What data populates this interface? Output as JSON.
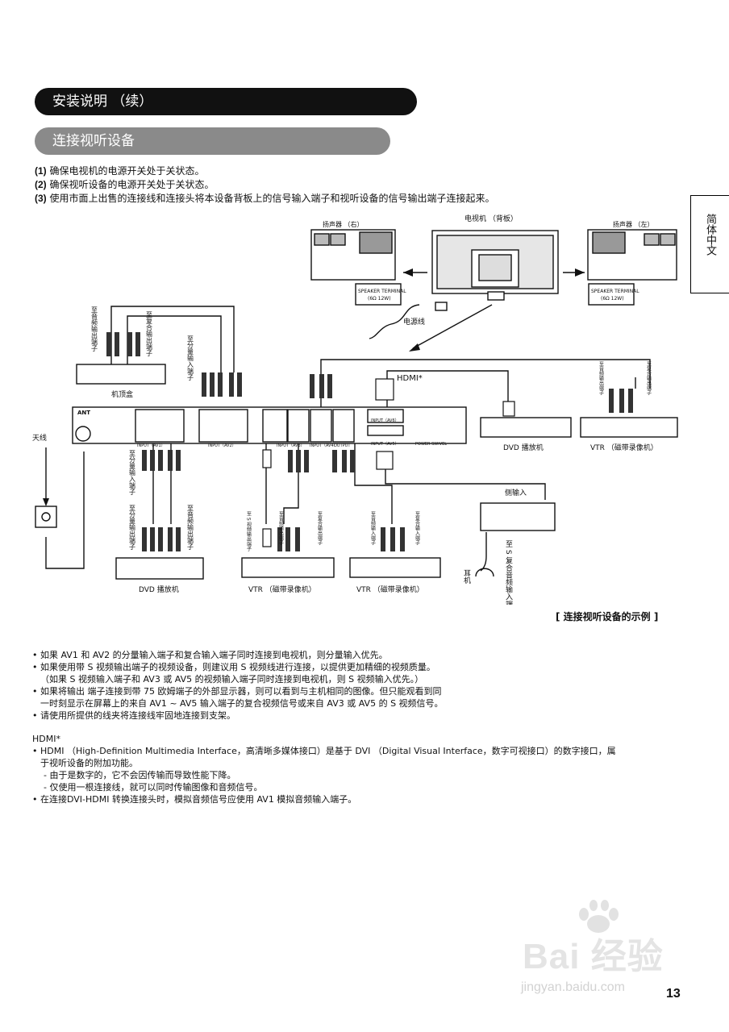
{
  "header": {
    "title": "安装说明 （续）",
    "subtitle": "连接视听设备"
  },
  "steps": [
    {
      "num": "(1)",
      "text": "确保电视机的电源开关处于关状态。"
    },
    {
      "num": "(2)",
      "text": "确保视听设备的电源开关处于关状态。"
    },
    {
      "num": "(3)",
      "text": "使用市面上出售的连接线和连接头将本设备背板上的信号输入端子和视听设备的信号输出端子连接起来。"
    }
  ],
  "side_tab": "简体中文",
  "diagram": {
    "speaker_right": "扬声器 （右）",
    "speaker_left": "扬声器 （左）",
    "tv_back": "电视机 （背板）",
    "speaker_terminal": "SPEAKER TERMINAL",
    "speaker_spec": "(6Ω 12W)",
    "power_cord": "电源线",
    "hdmi_label": "HDMI*",
    "ant": "ANT",
    "antenna": "天线",
    "settop": "机顶盒",
    "to_audio_out": "至音频输出端子",
    "to_composite_out": "至复合输出端子",
    "to_component_in": "至分量输入端子",
    "to_component_in_2": "至分量输入端子",
    "to_component_out": "至分量输出端子",
    "to_audio_out_2": "至音频输出端子",
    "to_s_video_out": "至 S 视频输出端子",
    "to_audio_out_3": "至音频输出端子",
    "to_composite_out_2": "至复合输出端子",
    "to_audio_in": "至音频输入端子",
    "to_composite_in": "至复合输入端子",
    "to_audio_out_4": "至音频输出端子",
    "to_composite_out_3": "至复合输出端子",
    "side_input": "侧输入",
    "to_s_composite_audio_in": "至 S 复合音频输入端子",
    "headphones": "耳机",
    "dvd_player_right": "DVD 播放机",
    "vtr_right": "VTR （磁带录像机）",
    "dvd_player_left": "DVD 播放机",
    "vtr_mid": "VTR （磁带录像机）",
    "vtr_mid2": "VTR （磁带录像机）",
    "panel_input_av1": "INPUT（AV1）",
    "panel_input_av2": "INPUT（AV2）",
    "panel_input_av3": "INPUT（AV3）",
    "panel_input_av4": "INPUT（AV4）",
    "panel_output": "OUTPUT",
    "panel_input_av5": "INPUT（AV5）",
    "panel_input_av6": "INPUT（AV6）",
    "panel_power_swivel": "POWER SWIVEL"
  },
  "caption": "[ 连接视听设备的示例 ]",
  "notes": [
    "• 如果 AV1 和 AV2 的分量输入端子和复合输入端子同时连接到电视机，则分量输入优先。",
    "• 如果使用带 S 视频输出端子的视频设备，则建议用 S 视频线进行连接，以提供更加精细的视频质量。",
    "（如果 S 视频输入端子和 AV3 或 AV5 的视频输入端子同时连接到电视机，则 S 视频输入优先。）",
    "• 如果将输出 端子连接到带 75 欧姆端子的外部显示器，则可以看到与主机相同的图像。但只能观看到同",
    "一时刻显示在屏幕上的来自 AV1 ~ AV5 输入端子的复合视频信号或来自 AV3 或 AV5 的 S 视频信号。",
    "• 请使用所提供的线夹将连接线牢固地连接到支架。"
  ],
  "hdmi_section": {
    "title": "HDMI*",
    "lines": [
      "• HDMI （High-Definition Multimedia Interface，高清晰多媒体接口）是基于 DVI （Digital Visual Interface，数字可视接口）的数字接口，属",
      "于视听设备的附加功能。",
      "- 由于是数字的，它不会因传输而导致性能下降。",
      "- 仅使用一根连接线，就可以同时传输图像和音频信号。",
      "• 在连接DVI-HDMI 转换连接头时，模拟音频信号应使用 AV1 模拟音频输入端子。"
    ]
  },
  "page_number": "13",
  "watermark": {
    "brand": "Bai 经验",
    "url": "jingyan.baidu.com"
  }
}
